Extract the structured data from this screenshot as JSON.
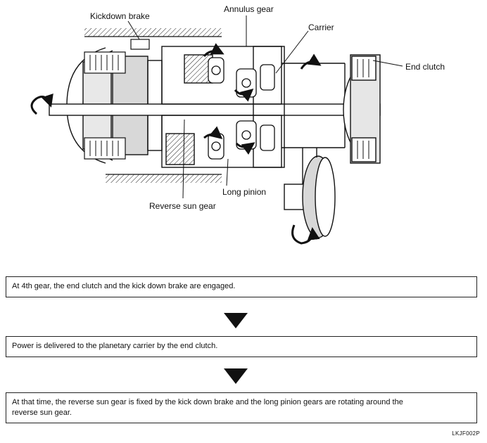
{
  "diagram": {
    "labels": {
      "kickdown_brake": "Kickdown brake",
      "annulus_gear": "Annulus gear",
      "carrier": "Carrier",
      "end_clutch": "End clutch",
      "long_pinion": "Long pinion",
      "reverse_sun_gear": "Reverse sun gear"
    }
  },
  "steps": [
    "At 4th gear, the end clutch and the kick down brake are engaged.",
    "Power is delivered to the planetary carrier by the end clutch.",
    "At that time, the reverse sun gear is fixed by the kick down brake and the long pinion gears are rotating around the reverse sun gear."
  ],
  "figure_code": "LKJF002P"
}
